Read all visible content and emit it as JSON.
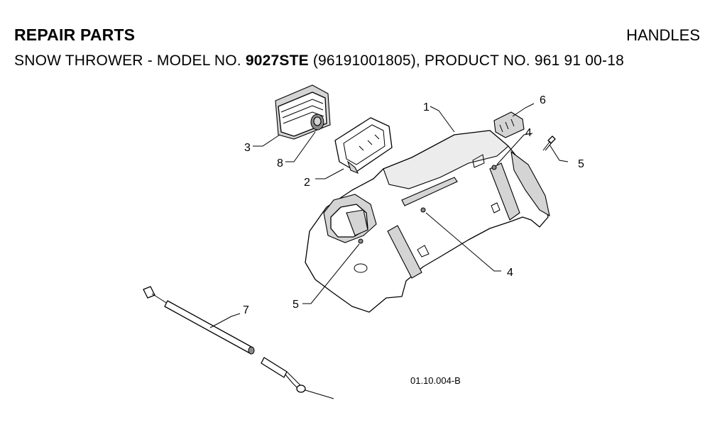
{
  "header": {
    "left_title": "REPAIR PARTS",
    "right_title": "HANDLES",
    "subtitle_prefix": "SNOW THROWER - MODEL NO. ",
    "model_number": "9027STE",
    "subtitle_suffix": " (96191001805), PRODUCT NO. 961 91 00-18"
  },
  "callouts": {
    "c1": "1",
    "c2": "2",
    "c3": "3",
    "c4_upper": "4",
    "c4_lower": "4",
    "c5_right": "5",
    "c5_left": "5",
    "c6": "6",
    "c7": "7",
    "c8": "8"
  },
  "drawing_reference": "01.10.004-B"
}
